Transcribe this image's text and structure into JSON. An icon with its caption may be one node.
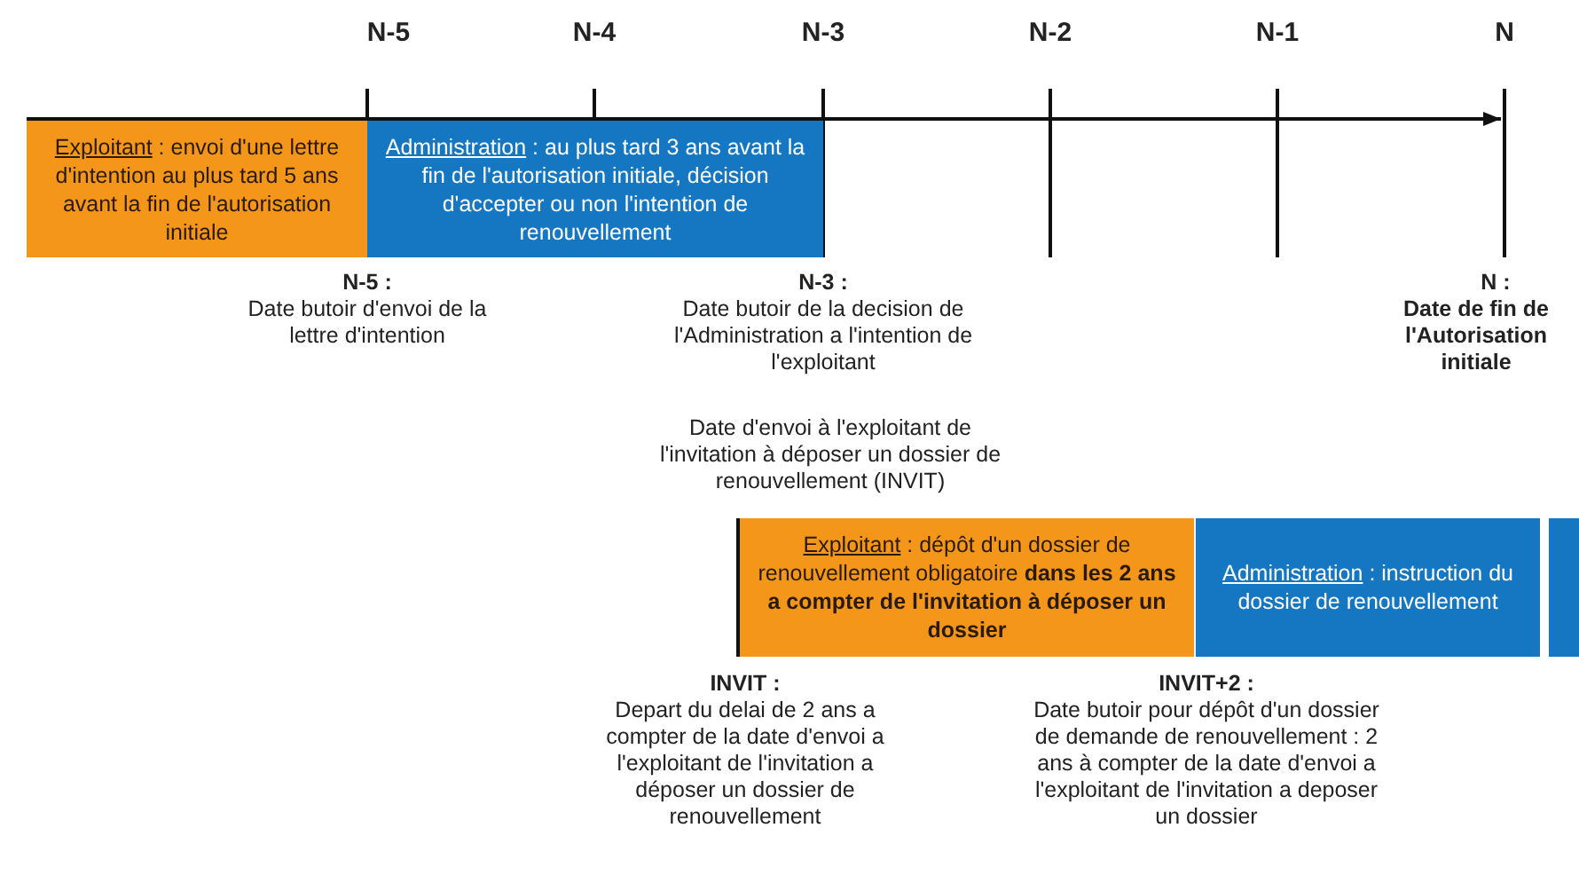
{
  "diagram": {
    "nodes": [
      {
        "text": [
          "Exploitant",
          ": envoi d'une lettre d'intention au plus tard 5 ans avant la fin de l'autorisation initiale"
        ]
      },
      {
        "text": [
          "Administration",
          ": au plus tard 3 ans avant la fin de l'autorisation initiale, décision d'accepter ou non l'intention de renouvellement"
        ]
      },
      {
        "text": [
          "Exploitant",
          ": dépôt d'un dossier de renouvellement obligatoire **dans les 2 ans a compter de l'invitation à déposer un dossier**"
        ]
      },
      {
        "text": [
          "Administration",
          ": instruction du dossier de renouvellement"
        ]
      },
      {
        "text": [],
        "shape": "bar"
      }
    ],
    "labels": [
      "N-5",
      "N-4",
      "N-3",
      "N-2",
      "N-1",
      "N",
      "N-5 :",
      "Date butoir d'envoi de la lettre d'intention",
      "N-3 :",
      "Date butoir de la decision de l'Administration a l'intention de l'exploitant",
      "N :",
      "Date de fin de l'Autorisation initiale",
      "Date d'envoi à l'exploitant de l'invitation à déposer un dossier de renouvellement (INVIT)",
      "INVIT :",
      "Depart du delai de 2 ans a compter de la date d'envoi a l'exploitant de l'invitation a déposer un dossier de renouvellement",
      "INVIT+2 :",
      "Date butoir pour dépôt d'un dossier de demande de renouvellement : 2 ans à compter de la date d'envoi a l'exploitant de l'invitation a deposer un dossier"
    ]
  }
}
